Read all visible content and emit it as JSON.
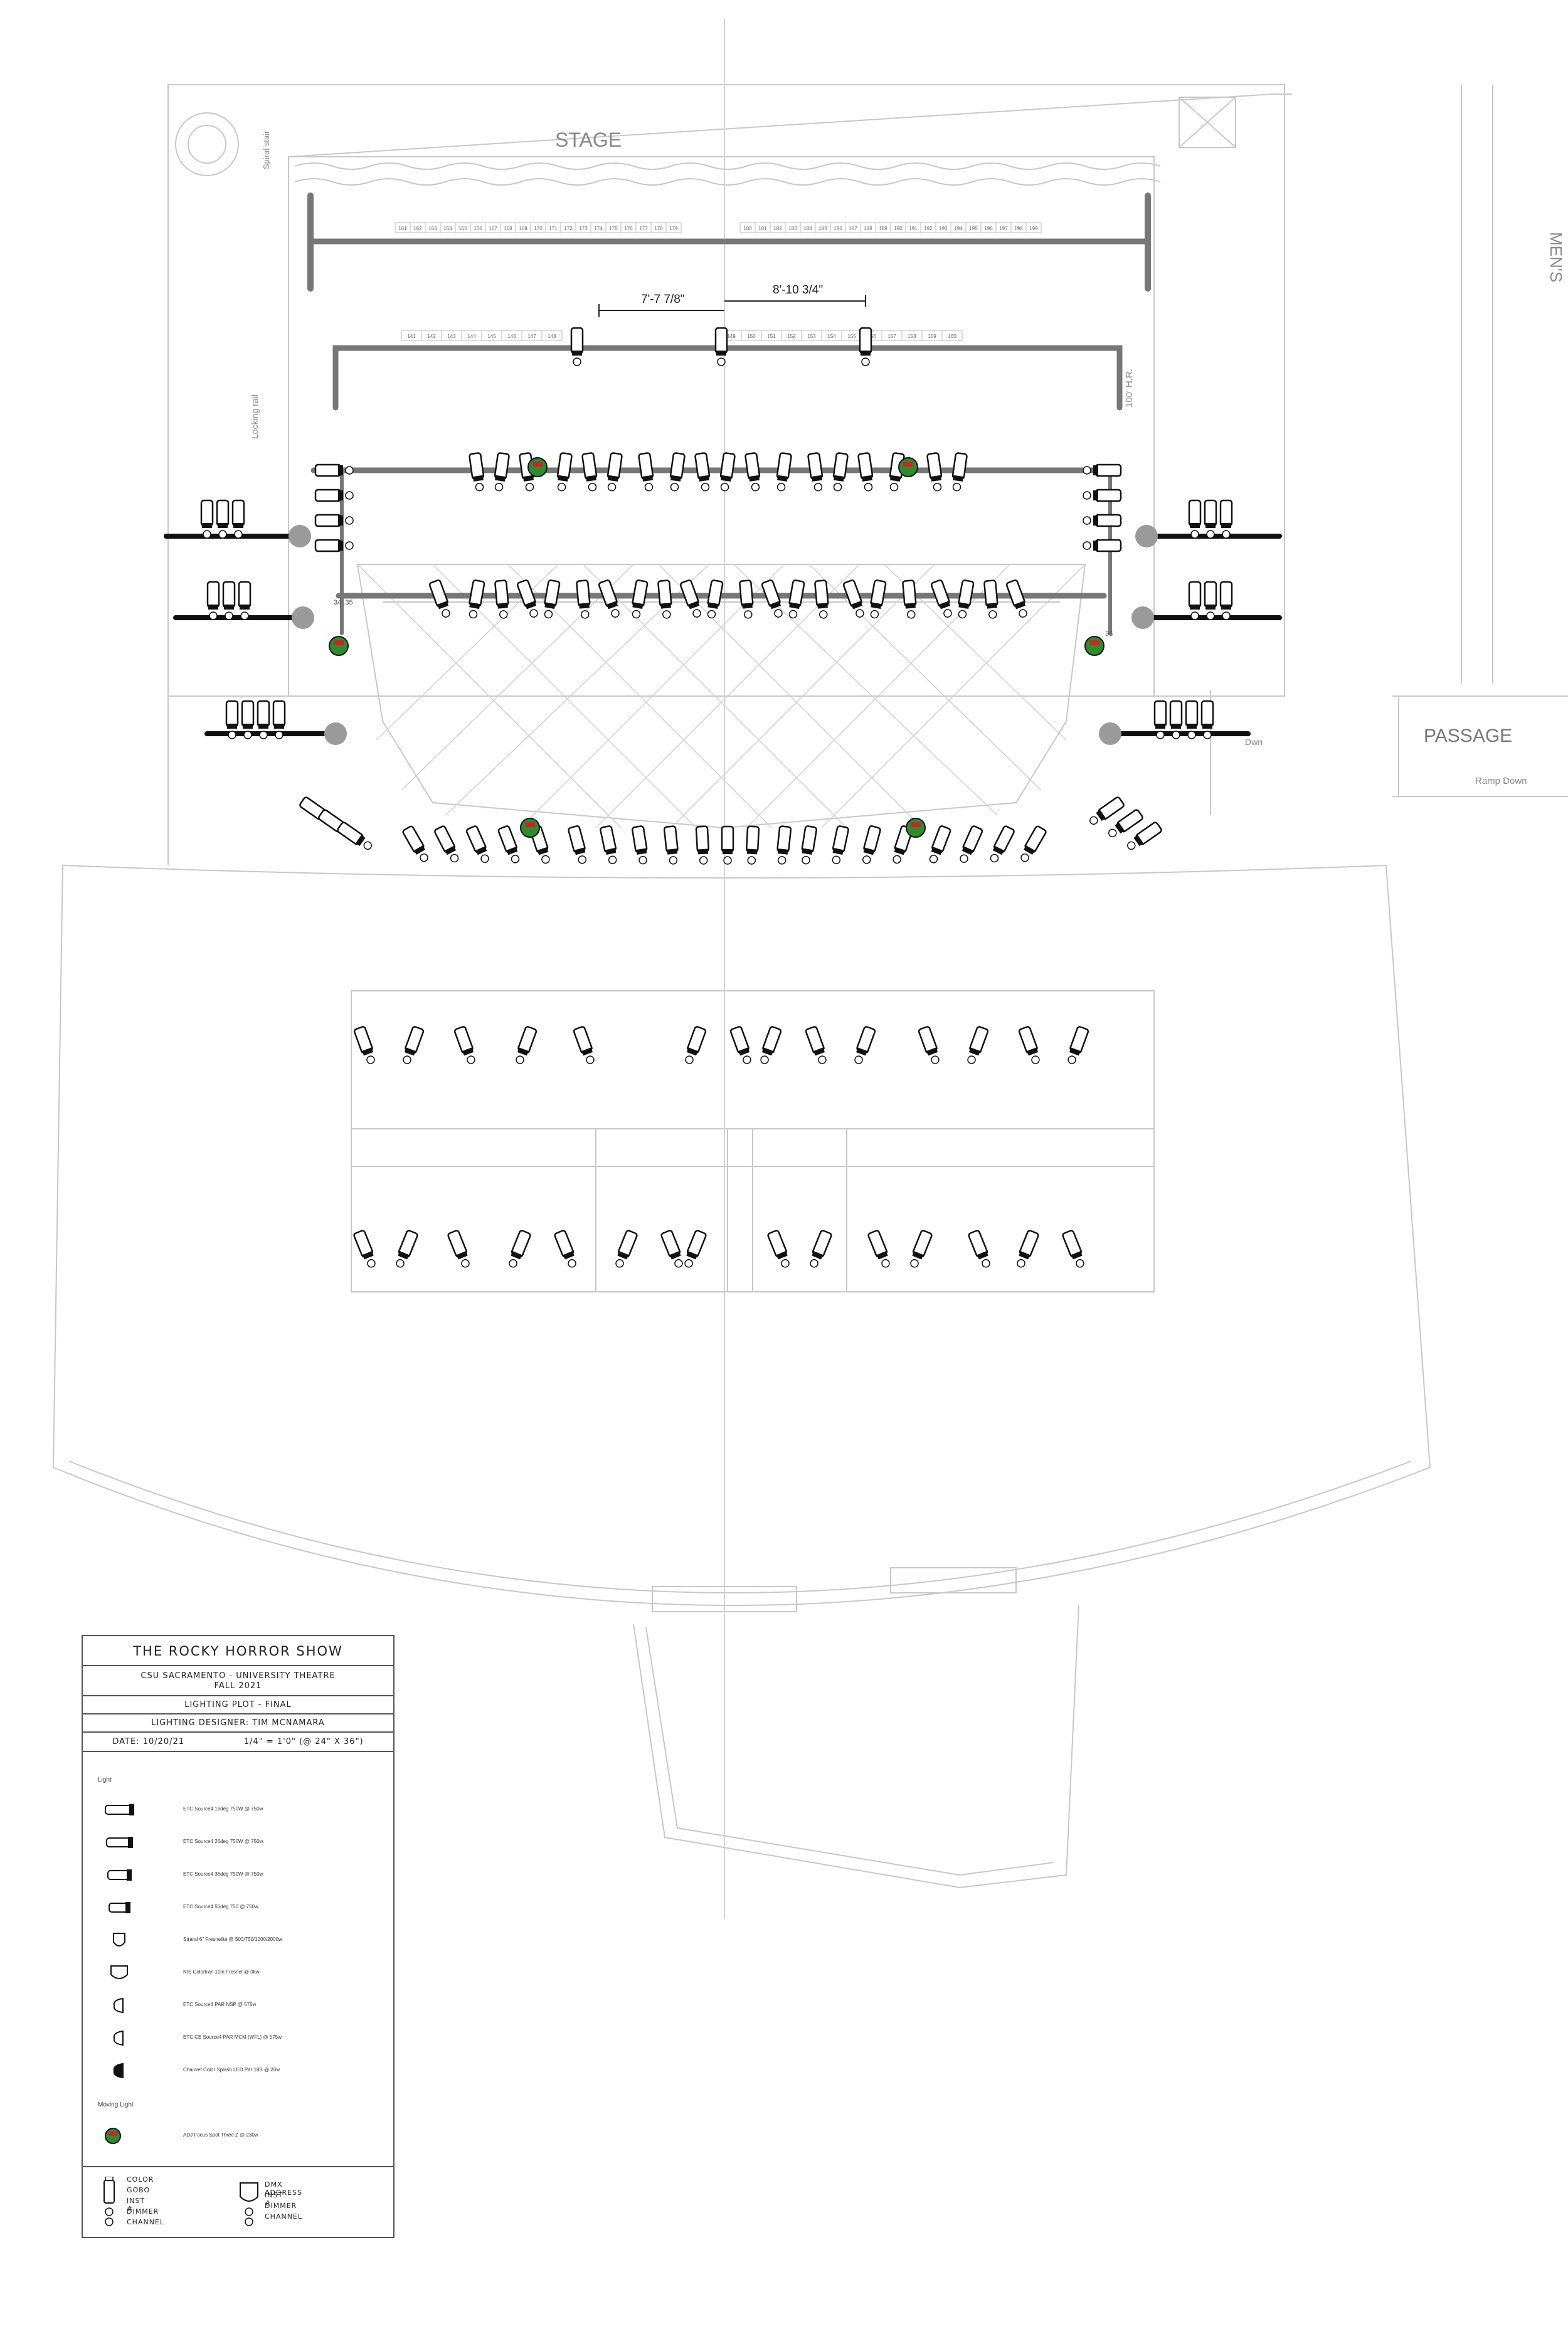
{
  "labels": {
    "stage": "STAGE",
    "passage": "PASSAGE",
    "ramp_down": "Ramp Down",
    "dwn": "Dwn",
    "spiral_stair": "Spiral stair",
    "locking_rail": "Locking rail",
    "hr_100": "100' H.R.",
    "mens": "MEN'S",
    "dim_left": "7'-7 7/8\"",
    "dim_right": "8'-10 3/4\"",
    "pos_left": "34 .35",
    "pos_right": "36"
  },
  "title_block": {
    "show_title": "THE ROCKY HORROR SHOW",
    "organization": "CSU SACRAMENTO - UNIVERSITY THEATRE",
    "season": "FALL 2021",
    "sheet": "LIGHTING PLOT - FINAL",
    "designer": "LIGHTING DESIGNER: TIM MCNAMARA",
    "date": "DATE: 10/20/21",
    "scale": "1/4\" = 1'0\" (@ 24\" X 36\")"
  },
  "legend": {
    "light_heading": "Light",
    "moving_heading": "Moving Light",
    "items": [
      {
        "icon": "ellipsoidal-19-icon",
        "label": "ETC Source4 19deg 750W @ 750w"
      },
      {
        "icon": "ellipsoidal-26-icon",
        "label": "ETC Source4 26deg 750W @ 750w"
      },
      {
        "icon": "ellipsoidal-36-icon",
        "label": "ETC Source4 36deg 750W @ 750w"
      },
      {
        "icon": "ellipsoidal-50-icon",
        "label": "ETC Source4 50deg 750 @ 750w"
      },
      {
        "icon": "fresnel-6-icon",
        "label": "Strand 6\" Fresnelite @ 500/750/1000/2000w"
      },
      {
        "icon": "fresnel-10-icon",
        "label": "NIS Colortran 10in Fresnel @ 0kw"
      },
      {
        "icon": "par-nsp-icon",
        "label": "ETC Source4 PAR NSP @ 575w"
      },
      {
        "icon": "par-mcm-icon",
        "label": "ETC CE Source4 PAR MCM (WFL) @ 575w"
      },
      {
        "icon": "led-par-icon",
        "label": "Chauvet Color Splash LED Par 18B @ 20w"
      }
    ],
    "moving_items": [
      {
        "icon": "moving-spot-icon",
        "label": "ADJ Focus Spot Three Z @ 230w"
      }
    ]
  },
  "key_left": [
    "COLOR",
    "GOBO",
    "INST #",
    "DIMMER",
    "CHANNEL"
  ],
  "key_right": [
    "DMX ADDRESS",
    "INST #",
    "DIMMER",
    "CHANNEL"
  ],
  "pipe_numbers": {
    "upstage_row": [
      "161",
      "162",
      "163",
      "164",
      "165",
      "166",
      "167",
      "168",
      "169",
      "170",
      "171",
      "172",
      "173",
      "174",
      "175",
      "176",
      "177",
      "178",
      "179",
      "180",
      "181",
      "182",
      "183",
      "184",
      "185",
      "186",
      "187",
      "188",
      "189",
      "190",
      "191",
      "192",
      "193",
      "194",
      "195",
      "196",
      "197",
      "198",
      "199"
    ],
    "second_row": [
      "141",
      "142",
      "143",
      "144",
      "145",
      "146",
      "147",
      "148",
      "149",
      "150",
      "151",
      "152",
      "153",
      "154",
      "155",
      "156",
      "157",
      "158",
      "159",
      "160"
    ]
  },
  "colors": {
    "ink": "#222222",
    "faint": "#c8c8c8",
    "moving_green": "#2e8b2e",
    "moving_red": "#c62828",
    "pipe_gray": "#777777"
  }
}
